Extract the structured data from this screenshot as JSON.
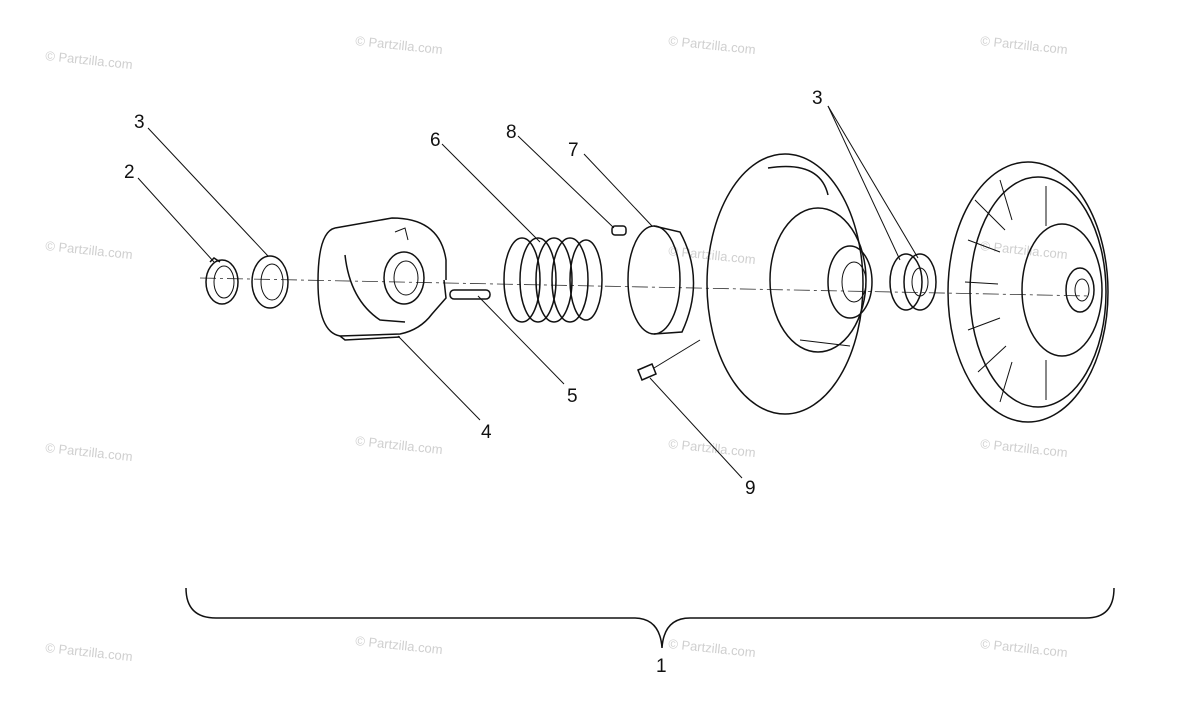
{
  "watermark": "© Partzilla.com",
  "callouts": {
    "assembly": "1",
    "retaining_ring": "2",
    "washer": "3",
    "cam": "4",
    "key": "5",
    "spring": "6",
    "ring": "7",
    "screw_small": "8",
    "bolt": "9",
    "bearings": "3"
  },
  "colors": {
    "ink": "#111111",
    "watermark": "#cfcfcf",
    "background": "#ffffff"
  }
}
